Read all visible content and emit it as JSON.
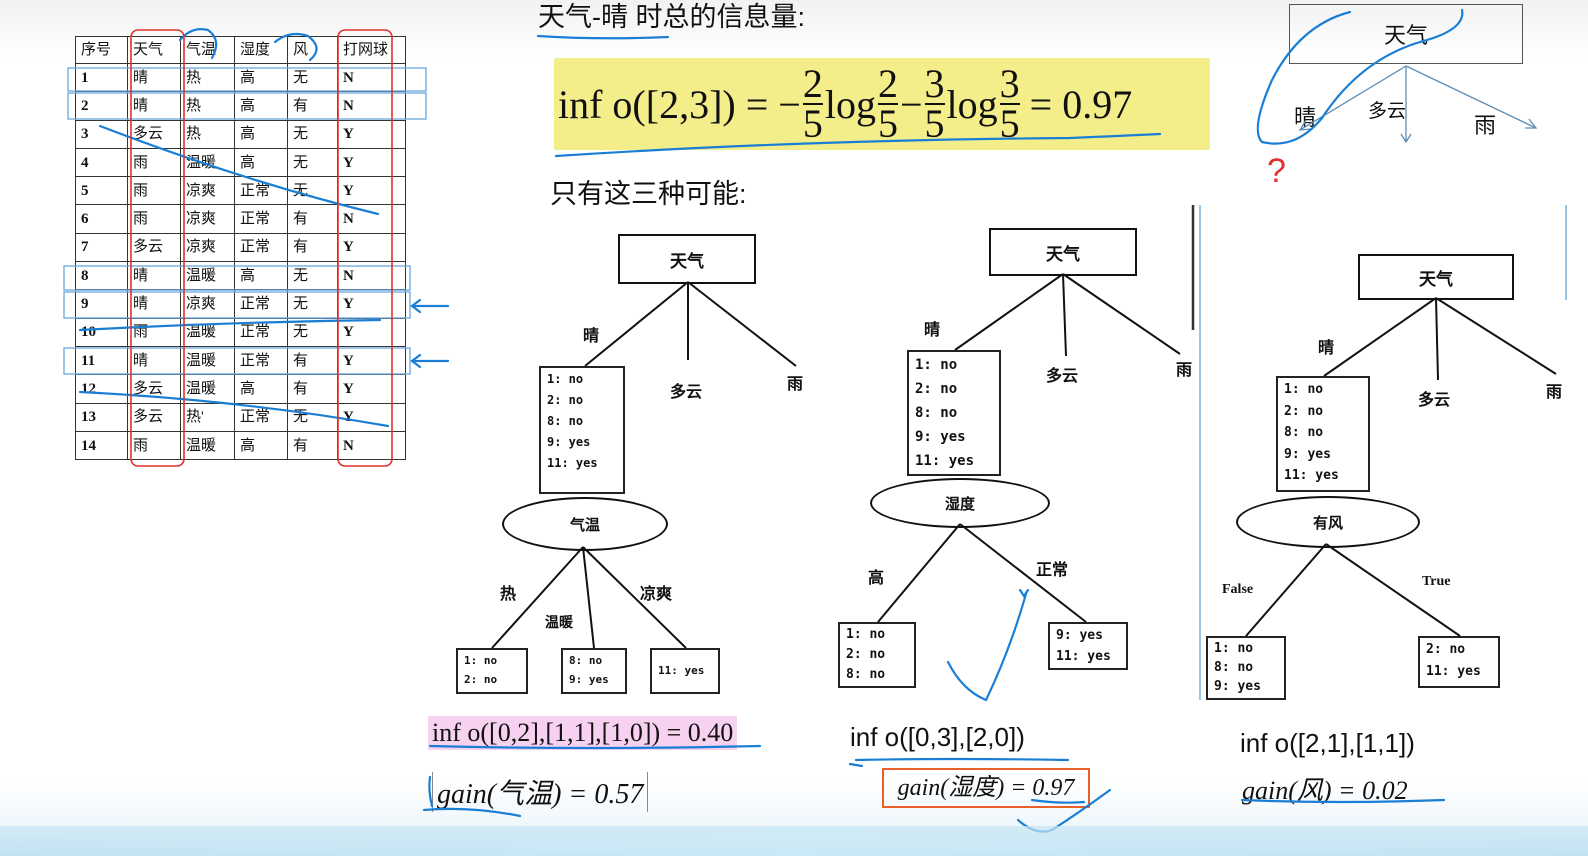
{
  "table": {
    "headers": [
      "序号",
      "天气",
      "气温",
      "湿度",
      "风",
      "打网球"
    ],
    "rows": [
      [
        "1",
        "晴",
        "热",
        "高",
        "无",
        "N"
      ],
      [
        "2",
        "晴",
        "热",
        "高",
        "有",
        "N"
      ],
      [
        "3",
        "多云",
        "热",
        "高",
        "无",
        "Y"
      ],
      [
        "4",
        "雨",
        "温暖",
        "高",
        "无",
        "Y"
      ],
      [
        "5",
        "雨",
        "凉爽",
        "正常",
        "无",
        "Y"
      ],
      [
        "6",
        "雨",
        "凉爽",
        "正常",
        "有",
        "N"
      ],
      [
        "7",
        "多云",
        "凉爽",
        "正常",
        "有",
        "Y"
      ],
      [
        "8",
        "晴",
        "温暖",
        "高",
        "无",
        "N"
      ],
      [
        "9",
        "晴",
        "凉爽",
        "正常",
        "无",
        "Y"
      ],
      [
        "10",
        "雨",
        "温暖",
        "正常",
        "无",
        "Y"
      ],
      [
        "11",
        "晴",
        "温暖",
        "正常",
        "有",
        "Y"
      ],
      [
        "12",
        "多云",
        "温暖",
        "高",
        "有",
        "Y"
      ],
      [
        "13",
        "多云",
        "热'",
        "正常",
        "无",
        "Y"
      ],
      [
        "14",
        "雨",
        "温暖",
        "高",
        "有",
        "N"
      ]
    ]
  },
  "heading1": "天气-晴 时总的信息量:",
  "heading2": "只有这三种可能:",
  "formula": {
    "lhs": "inf o([2,3]) = −",
    "f1_num": "2",
    "f1_den": "5",
    "log1": "log",
    "f2_num": "2",
    "f2_den": "5",
    "minus": "−",
    "f3_num": "3",
    "f3_den": "5",
    "log2": "log",
    "f4_num": "3",
    "f4_den": "5",
    "rhs": "= 0.97"
  },
  "top_tree": {
    "root": "天气",
    "branches": [
      "晴",
      "多云",
      "雨"
    ],
    "question": "?"
  },
  "tree1": {
    "root": "天气",
    "branches": [
      "晴",
      "多云",
      "雨"
    ],
    "leaf": [
      "1:  no",
      "2:  no",
      "8:  no",
      "9:  yes",
      "11: yes"
    ],
    "split": "气温",
    "split_branches": [
      "热",
      "温暖",
      "凉爽"
    ],
    "subleaves": [
      [
        "1:  no",
        "2:  no"
      ],
      [
        "8:  no",
        "9:  yes"
      ],
      [
        "11: yes"
      ]
    ],
    "info": "inf o([0,2],[1,1],[1,0]) = 0.40",
    "gain": "gain(气温) = 0.57"
  },
  "tree2": {
    "root": "天气",
    "branches": [
      "晴",
      "多云",
      "雨"
    ],
    "leaf": [
      "1:  no",
      "2:  no",
      "8:  no",
      "9:  yes",
      "11: yes"
    ],
    "split": "湿度",
    "split_branches": [
      "高",
      "正常"
    ],
    "subleaves": [
      [
        "1: no",
        "2: no",
        "8: no"
      ],
      [
        "9:  yes",
        "11: yes"
      ]
    ],
    "info": "inf o([0,3],[2,0])",
    "gain": "gain(湿度) = 0.97"
  },
  "tree3": {
    "root": "天气",
    "branches": [
      "晴",
      "多云",
      "雨"
    ],
    "leaf": [
      "1:  no",
      "2:  no",
      "8:  no",
      "9:  yes",
      "11: yes"
    ],
    "split": "有风",
    "split_branches": [
      "False",
      "True"
    ],
    "subleaves": [
      [
        "1: no",
        "8: no",
        "9: yes"
      ],
      [
        "2:  no",
        "11: yes"
      ]
    ],
    "info": "inf o([2,1],[1,1])",
    "gain": "gain(风) = 0.02"
  },
  "colors": {
    "ink_blue": "#1a7fd4",
    "ink_red": "#e0322b",
    "highlight_yellow": "#f4ee8a",
    "highlight_pink": "#f7d2f0",
    "gain_box": "#e8602a"
  }
}
